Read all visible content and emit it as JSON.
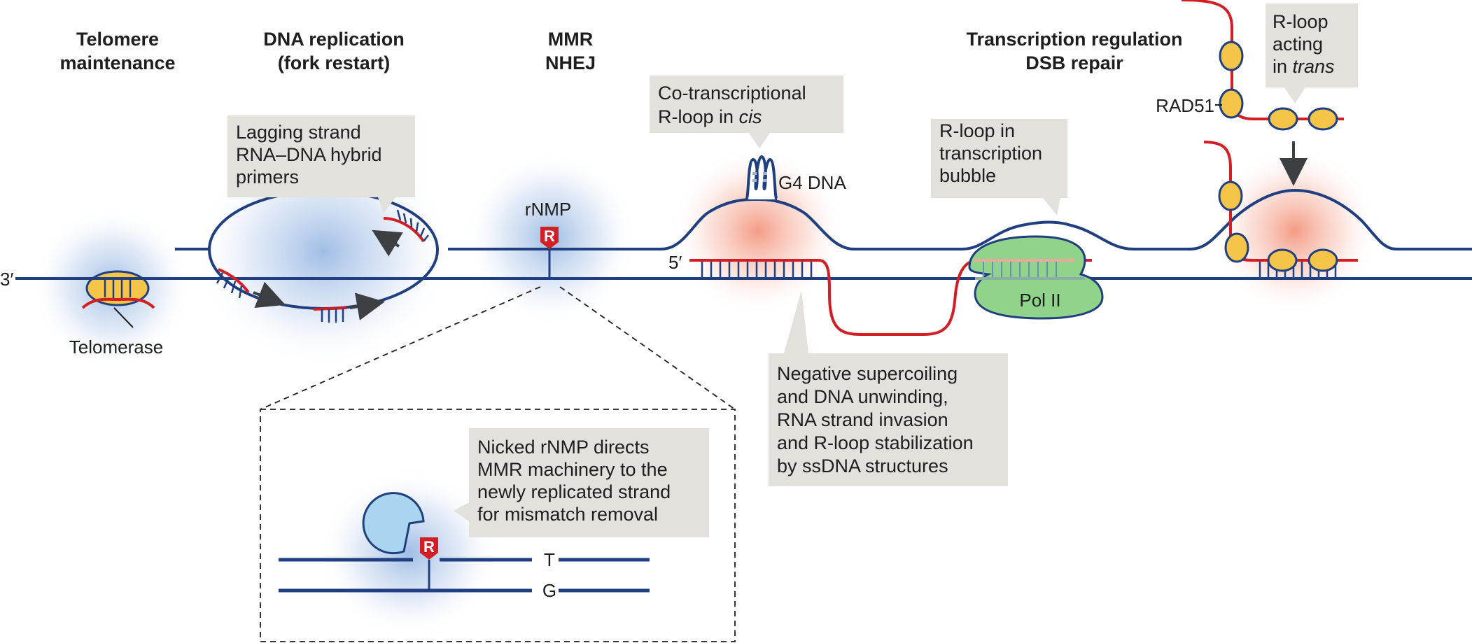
{
  "headers": {
    "telomere_line1": "Telomere",
    "telomere_line2": "maintenance",
    "replication_line1": "DNA replication",
    "replication_line2": "(fork restart)",
    "mmr_line1": "MMR",
    "mmr_line2": "NHEJ",
    "transcription_line1": "Transcription regulation",
    "transcription_line2": "DSB repair"
  },
  "callouts": {
    "lagging": [
      "Lagging strand",
      "RNA–DNA hybrid",
      "primers"
    ],
    "cotranscriptional_line1": "Co-transcriptional",
    "cotranscriptional_line2_prefix": "R-loop in ",
    "cotranscriptional_line2_italic": "cis",
    "bubble": [
      "R-loop in",
      "transcription",
      "bubble"
    ],
    "trans_line1": "R-loop",
    "trans_line2": "acting",
    "trans_line3_prefix": "in ",
    "trans_line3_italic": "trans",
    "supercoiling": [
      "Negative supercoiling",
      "and DNA unwinding,",
      "RNA strand invasion",
      "and R-loop stabilization",
      "by ssDNA structures"
    ],
    "nicked": [
      "Nicked rNMP directs",
      "MMR machinery to the",
      "newly replicated strand",
      "for mismatch removal"
    ]
  },
  "labels": {
    "three_prime": "3′",
    "five_prime": "5′",
    "telomerase": "Telomerase",
    "rnmp": "rNMP",
    "g4": "G4 DNA",
    "pol2": "Pol II",
    "rad51": "RAD51",
    "r_marker": "R",
    "base_t": "T",
    "base_g": "G"
  },
  "colors": {
    "dna": "#1f3f80",
    "rna": "#d21f26",
    "callout_bg": "#e3e1dc",
    "protein_yellow": "#f5c54a",
    "pol2_green": "#8fd48a",
    "mmr_protein": "#a9d6ee",
    "glow_blue": "#7fa8dc",
    "glow_red": "#f28a70",
    "arrow": "#3d4043"
  }
}
